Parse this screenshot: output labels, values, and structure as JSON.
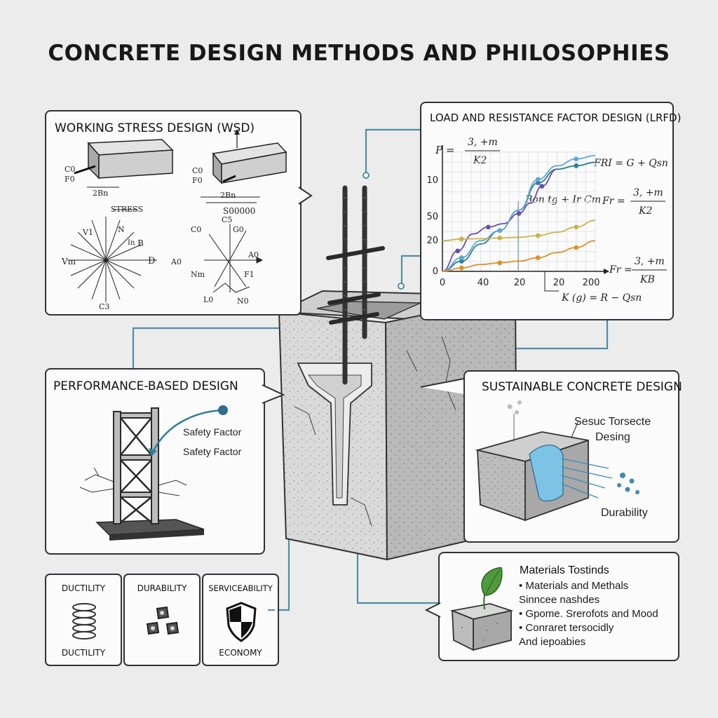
{
  "title": "CONCRETE DESIGN METHODS AND PHILOSOPHIES",
  "wsd": {
    "title": "WORKING STRESS DESIGN (WSD)",
    "dim_label": "2Bn",
    "dim_label_2": "2Bn",
    "c_label": "C0",
    "f_label": "F0",
    "c_label_2": "C0",
    "f_label_2": "F0",
    "stress_label": "STRESS",
    "v_label": "Vm",
    "d_label": "D",
    "b_label": "B",
    "c3_label": "C3",
    "left_top_label": "V1",
    "n_label": "N",
    "mid_label": "In",
    "c5_label": "C5",
    "s_value": "S00000",
    "co_label": "C0",
    "g_label": "G0",
    "a_left": "A0",
    "a_right": "A0",
    "nm_label": "Nm",
    "f1_label": "F1",
    "l_label": "L0",
    "nb_label": "N0"
  },
  "lrfd": {
    "title": "LOAD AND RESISTANCE FACTOR DESIGN (LRFD)",
    "eq_p_lhs": "P =",
    "eq_p_num": "3, +m",
    "eq_p_den": "K2",
    "eq_fr1": "FRI = G + Qsn",
    "eq_fr2_lhs": "Fr =",
    "eq_fr2_num": "3, +m",
    "eq_fr2_den": "K2",
    "eq_fr3_lhs": "Fr =",
    "eq_fr3_num": "3, +m",
    "eq_fr3_den": "KB",
    "eq_bottom": "K (g) = R − Qsn",
    "curve_label": "Bon  tg + Ir Cm"
  },
  "chart_data": {
    "type": "line",
    "title": "",
    "xlabel": "",
    "ylabel": "",
    "x_tick_labels": [
      "0",
      "40",
      "20",
      "20",
      "200"
    ],
    "y_tick_labels": [
      "0",
      "20",
      "50",
      "10"
    ],
    "series": [
      {
        "color": "#2f7e9a",
        "x": [
          0,
          1,
          2,
          3,
          4,
          5,
          6,
          7,
          8
        ],
        "y": [
          0,
          3,
          8,
          12,
          18,
          26,
          30,
          31,
          32
        ]
      },
      {
        "color": "#6b4fa8",
        "x": [
          0,
          0.8,
          1.6,
          2.4,
          3.2,
          4,
          4.6,
          5.2,
          6
        ],
        "y": [
          0,
          6,
          11,
          13,
          14,
          17,
          20,
          25,
          30
        ]
      },
      {
        "color": "#5fa8d0",
        "x": [
          0,
          1,
          2,
          3,
          4,
          5,
          6,
          7,
          8
        ],
        "y": [
          0,
          4,
          9,
          12,
          18,
          27,
          31,
          33,
          34
        ]
      },
      {
        "color": "#e0902a",
        "x": [
          0,
          1,
          2,
          3,
          4,
          5,
          6,
          7,
          8
        ],
        "y": [
          0,
          1,
          2,
          2.5,
          3,
          4,
          5.5,
          7,
          9
        ]
      },
      {
        "color": "#c9b24a",
        "x": [
          0,
          1,
          2,
          3,
          4,
          5,
          6,
          7,
          8
        ],
        "y": [
          9,
          9.5,
          9.6,
          9.8,
          10,
          10.5,
          11.5,
          13,
          15
        ]
      }
    ]
  },
  "pbd": {
    "title": "PERFORMANCE-BASED DESIGN",
    "safety_1": "Safety Factor",
    "safety_2": "Safety Factor"
  },
  "scd": {
    "title": "SUSTAINABLE CONCRETE DESIGN",
    "callout_1": "Sesuc Torsecte",
    "callout_2": "Desing",
    "durability": "Durability"
  },
  "cards": [
    {
      "top": "DUCTILITY",
      "bottom": "DUCTILITY"
    },
    {
      "top": "DURABILITY",
      "bottom": ""
    },
    {
      "top": "SERVICEABILITY",
      "bottom": "ECONOMY"
    }
  ],
  "materials": {
    "title": "Materials Tostinds",
    "items": [
      "• Materials and Methals",
      "  Sinncee nashdes",
      "• Gpome. Srerofots and Mood",
      "• Conraret tersocidly",
      "  And iepoabies"
    ]
  }
}
